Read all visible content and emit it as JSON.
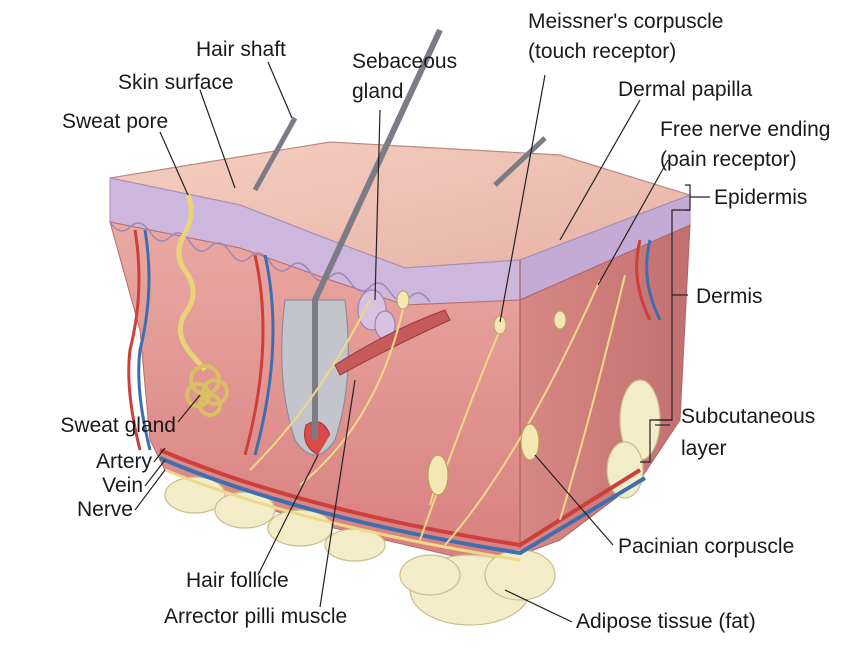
{
  "labels": {
    "hair_shaft": "Hair shaft",
    "skin_surface": "Skin surface",
    "sweat_pore": "Sweat pore",
    "sebaceous_gland": [
      "Sebaceous",
      "gland"
    ],
    "meissner": [
      "Meissner's corpuscle",
      "(touch receptor)"
    ],
    "dermal_papilla": "Dermal papilla",
    "free_nerve": [
      "Free nerve ending",
      "(pain receptor)"
    ],
    "epidermis": "Epidermis",
    "dermis": "Dermis",
    "subcutaneous": [
      "Subcutaneous",
      "layer"
    ],
    "sweat_gland": "Sweat gland",
    "artery": "Artery",
    "vein": "Vein",
    "nerve": "Nerve",
    "pacinian": "Pacinian corpuscle",
    "hair_follicle": "Hair follicle",
    "arrector": "Arrector pilli muscle",
    "adipose": "Adipose tissue (fat)"
  },
  "colors": {
    "dermis": "#e49a94",
    "dermis_side": "#d27e7c",
    "epidermis": "#c9b4da",
    "surface": "#f1c6b6",
    "artery": "#cc3f3a",
    "vein": "#3d6fb0",
    "nerve": "#f0dc8c",
    "fat": "#f3ecc8",
    "follicle": "#b9b9c2"
  }
}
